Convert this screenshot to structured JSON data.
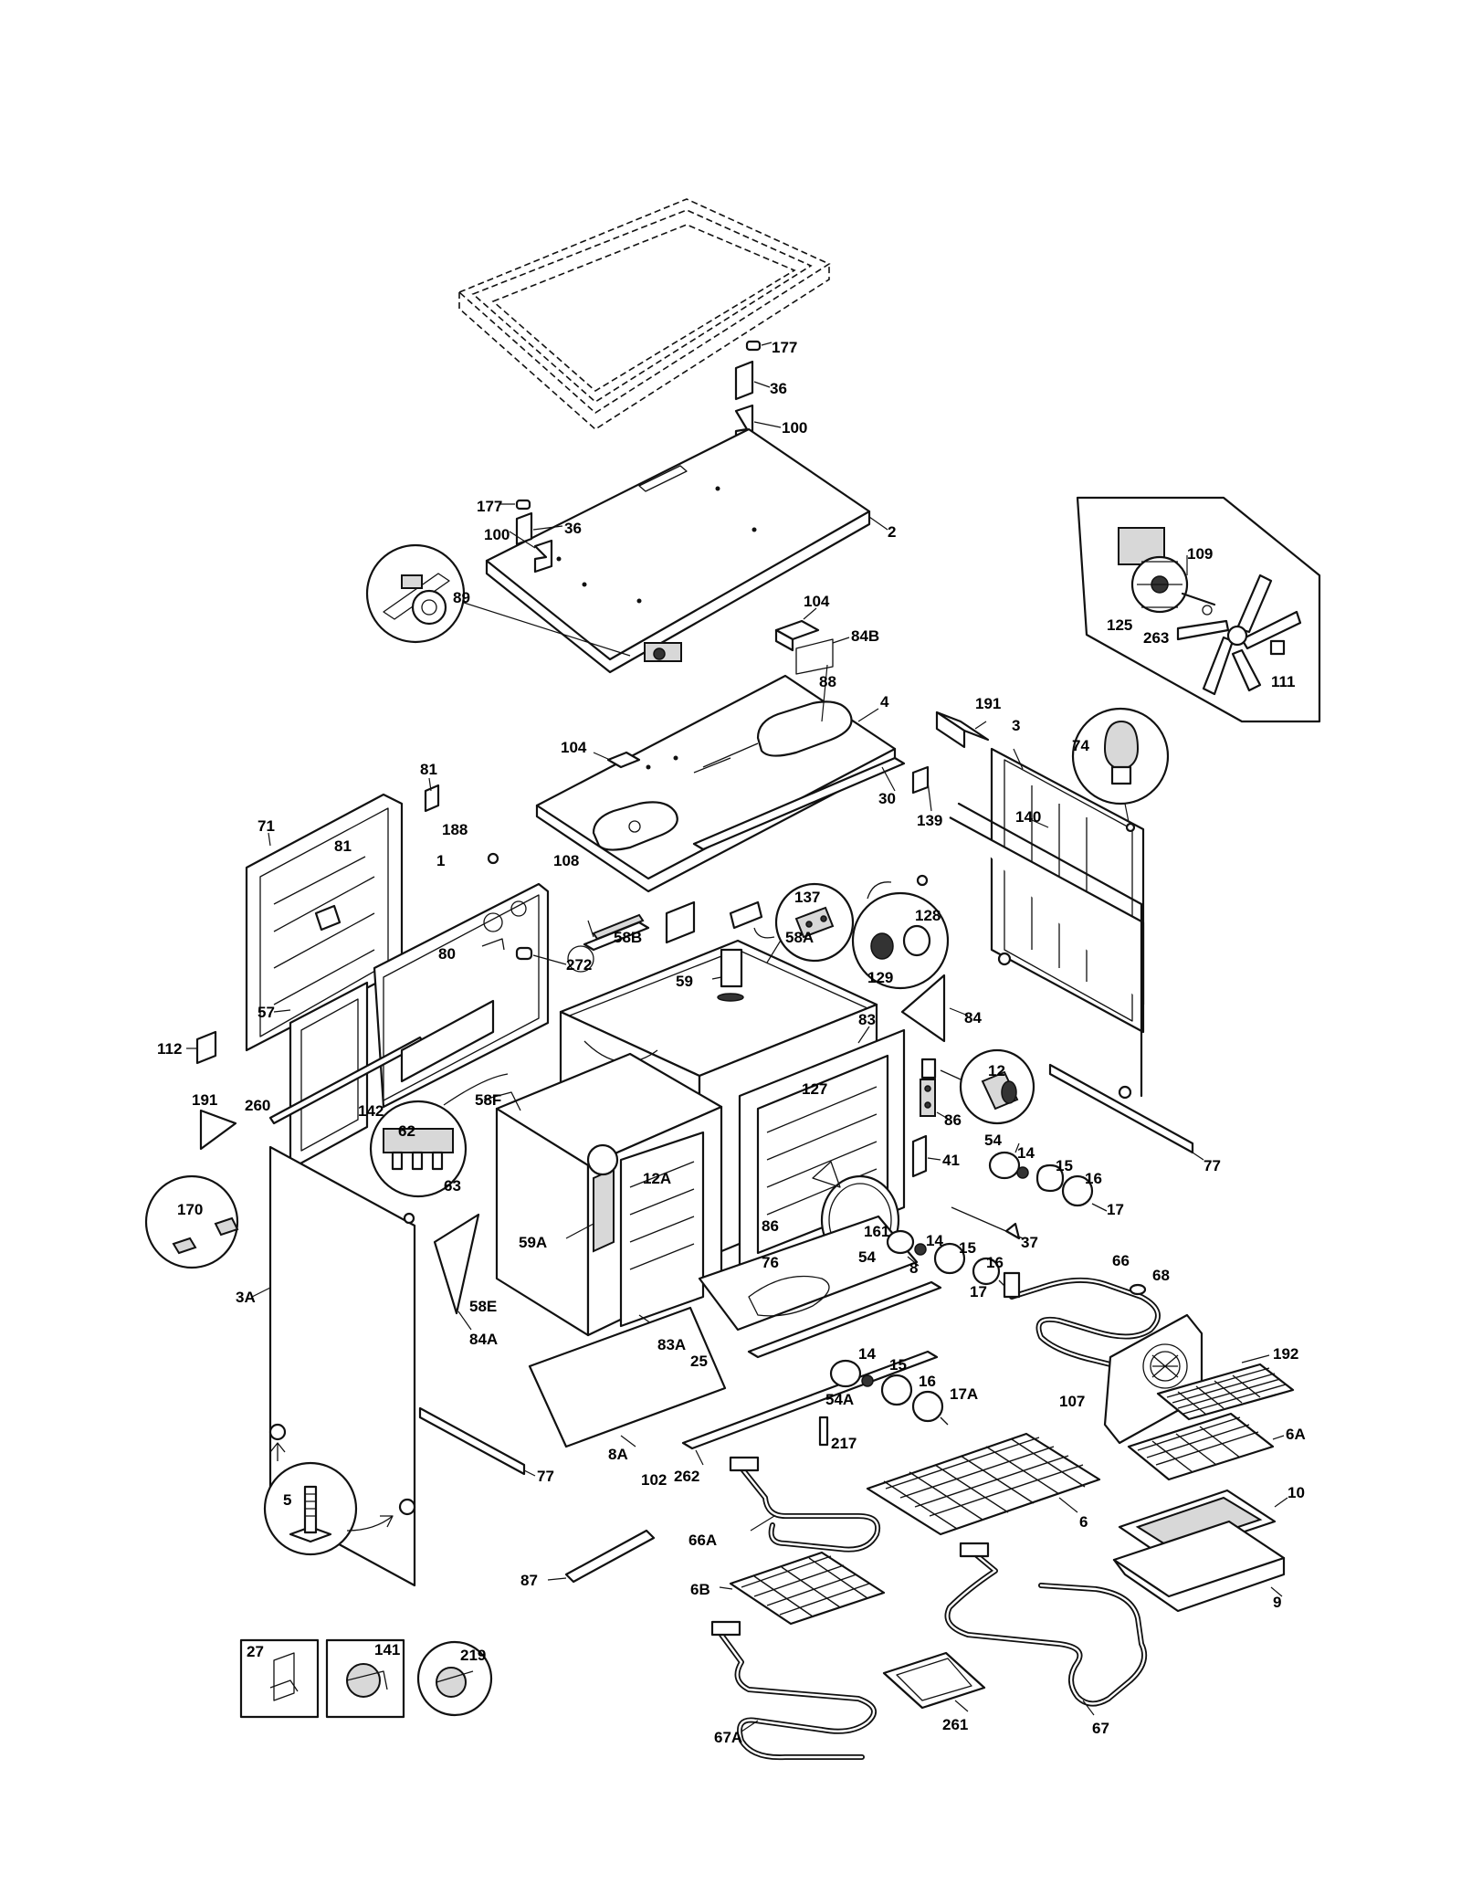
{
  "labels": {
    "l177a": "177",
    "l36a": "36",
    "l100a": "100",
    "l177b": "177",
    "l100b": "100",
    "l36b": "36",
    "l2": "2",
    "l89": "89",
    "l104a": "104",
    "l84B": "84B",
    "l88": "88",
    "l4": "4",
    "l104b": "104",
    "l125": "125",
    "l263": "263",
    "l109": "109",
    "l111": "111",
    "l191a": "191",
    "l3": "3",
    "l74": "74",
    "l139": "139",
    "l30": "30",
    "l140": "140",
    "l71": "71",
    "l81a": "81",
    "l188": "188",
    "l81b": "81",
    "l1": "1",
    "l108": "108",
    "l80": "80",
    "l272": "272",
    "l58B": "58B",
    "l59": "59",
    "l58A": "58A",
    "l137": "137",
    "l128": "128",
    "l129": "129",
    "l57": "57",
    "l112": "112",
    "l84": "84",
    "l83": "83",
    "l12": "12",
    "l260": "260",
    "l142": "142",
    "l58F": "58F",
    "l127": "127",
    "l86a": "86",
    "l191b": "191",
    "l62": "62",
    "l63": "63",
    "l54a": "54",
    "l14a": "14",
    "l15a": "15",
    "l16a": "16",
    "l17": "17",
    "l41": "41",
    "l77a": "77",
    "l170": "170",
    "l12A": "12A",
    "l59A": "59A",
    "l86b": "86",
    "l161": "161",
    "l37": "37",
    "l54b": "54",
    "l14b": "14",
    "l15b": "15",
    "l16b": "16",
    "l17b": "17",
    "l66": "66",
    "l68": "68",
    "l76": "76",
    "l8": "8",
    "l3A": "3A",
    "l58E": "58E",
    "l84A": "84A",
    "l83A": "83A",
    "l25": "25",
    "l107": "107",
    "l192": "192",
    "l54A": "54A",
    "l14c": "14",
    "l15c": "15",
    "l16c": "16",
    "l17A": "17A",
    "l6A": "6A",
    "l8A": "8A",
    "l102": "102",
    "l217": "217",
    "l77b": "77",
    "l262": "262",
    "l10": "10",
    "l5": "5",
    "l66A": "66A",
    "l6": "6",
    "l87": "87",
    "l6B": "6B",
    "l9": "9",
    "l27": "27",
    "l141": "141",
    "l219": "219",
    "l67A": "67A",
    "l261": "261",
    "l67": "67"
  },
  "icons": [
    "thermostat-89-icon",
    "fan-assembly-icon",
    "bulb-74-icon",
    "heat-shield-icon",
    "lamp-socket-icon",
    "fuse-block-icon",
    "clips-170-icon",
    "leveling-leg-icon",
    "bracket-27-icon",
    "thermostat-141-icon",
    "thermostat-219-icon",
    "lamp-12-icon"
  ]
}
